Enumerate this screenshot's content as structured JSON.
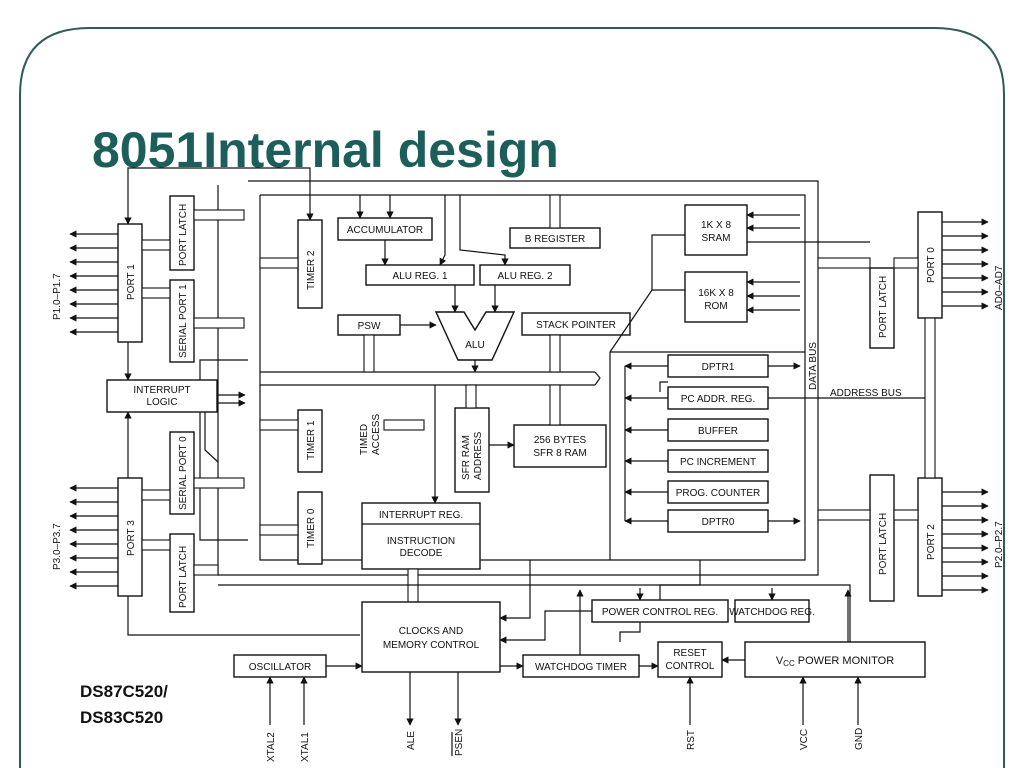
{
  "slide": {
    "title": "8051Internal design",
    "accent_color": "#1b5e5a",
    "frame_color": "#2f5c58"
  },
  "chip": {
    "name_line1": "DS87C520/",
    "name_line2": "DS83C520"
  },
  "blocks": {
    "port_latch_1": "PORT LATCH",
    "port1": "PORT 1",
    "serial_port_1": "SERIAL PORT 1",
    "interrupt_logic_1": "INTERRUPT",
    "interrupt_logic_2": "LOGIC",
    "serial_port_0": "SERIAL PORT 0",
    "port3": "PORT 3",
    "port_latch_3": "PORT LATCH",
    "timer2": "TIMER 2",
    "timer1": "TIMER 1",
    "timer0": "TIMER 0",
    "accumulator": "ACCUMULATOR",
    "alu_reg_1": "ALU REG. 1",
    "alu_reg_2": "ALU REG. 2",
    "b_register": "B REGISTER",
    "psw": "PSW",
    "alu": "ALU",
    "stack_pointer": "STACK POINTER",
    "timed_access_1": "TIMED",
    "timed_access_2": "ACCESS",
    "sfr_ram_address_1": "SFR RAM",
    "sfr_ram_address_2": "ADDRESS",
    "sfr_ram_1": "256 BYTES",
    "sfr_ram_2": "SFR 8 RAM",
    "interrupt_reg": "INTERRUPT REG.",
    "instruction_decode_1": "INSTRUCTION",
    "instruction_decode_2": "DECODE",
    "sram_1": "1K X 8",
    "sram_2": "SRAM",
    "rom_1": "16K X 8",
    "rom_2": "ROM",
    "dptr1": "DPTR1",
    "pc_addr_reg": "PC ADDR. REG.",
    "buffer": "BUFFER",
    "pc_increment": "PC INCREMENT",
    "prog_counter": "PROG. COUNTER",
    "dptr0": "DPTR0",
    "data_bus": "DATA BUS",
    "address_bus": "ADDRESS BUS",
    "port_latch_0": "PORT LATCH",
    "port0": "PORT 0",
    "port_latch_2": "PORT LATCH",
    "port2": "PORT 2",
    "power_control_reg": "POWER CONTROL REG.",
    "watchdog_reg": "WATCHDOG REG.",
    "clocks_1": "CLOCKS AND",
    "clocks_2": "MEMORY CONTROL",
    "oscillator": "OSCILLATOR",
    "watchdog_timer": "WATCHDOG TIMER",
    "reset_control_1": "RESET",
    "reset_control_2": "CONTROL",
    "vcc_monitor_v": "V",
    "vcc_monitor_sub": "CC",
    "vcc_monitor_rest": " POWER MONITOR"
  },
  "pins": {
    "p1": "P1.0–P1.7",
    "p3": "P3.0–P3.7",
    "ad": "AD0–AD7",
    "p2": "P2.0–P2.7",
    "xtal2": "XTAL2",
    "xtal1": "XTAL1",
    "ale": "ALE",
    "psen": "PSEN",
    "rst": "RST",
    "vcc": "VCC",
    "gnd": "GND"
  }
}
